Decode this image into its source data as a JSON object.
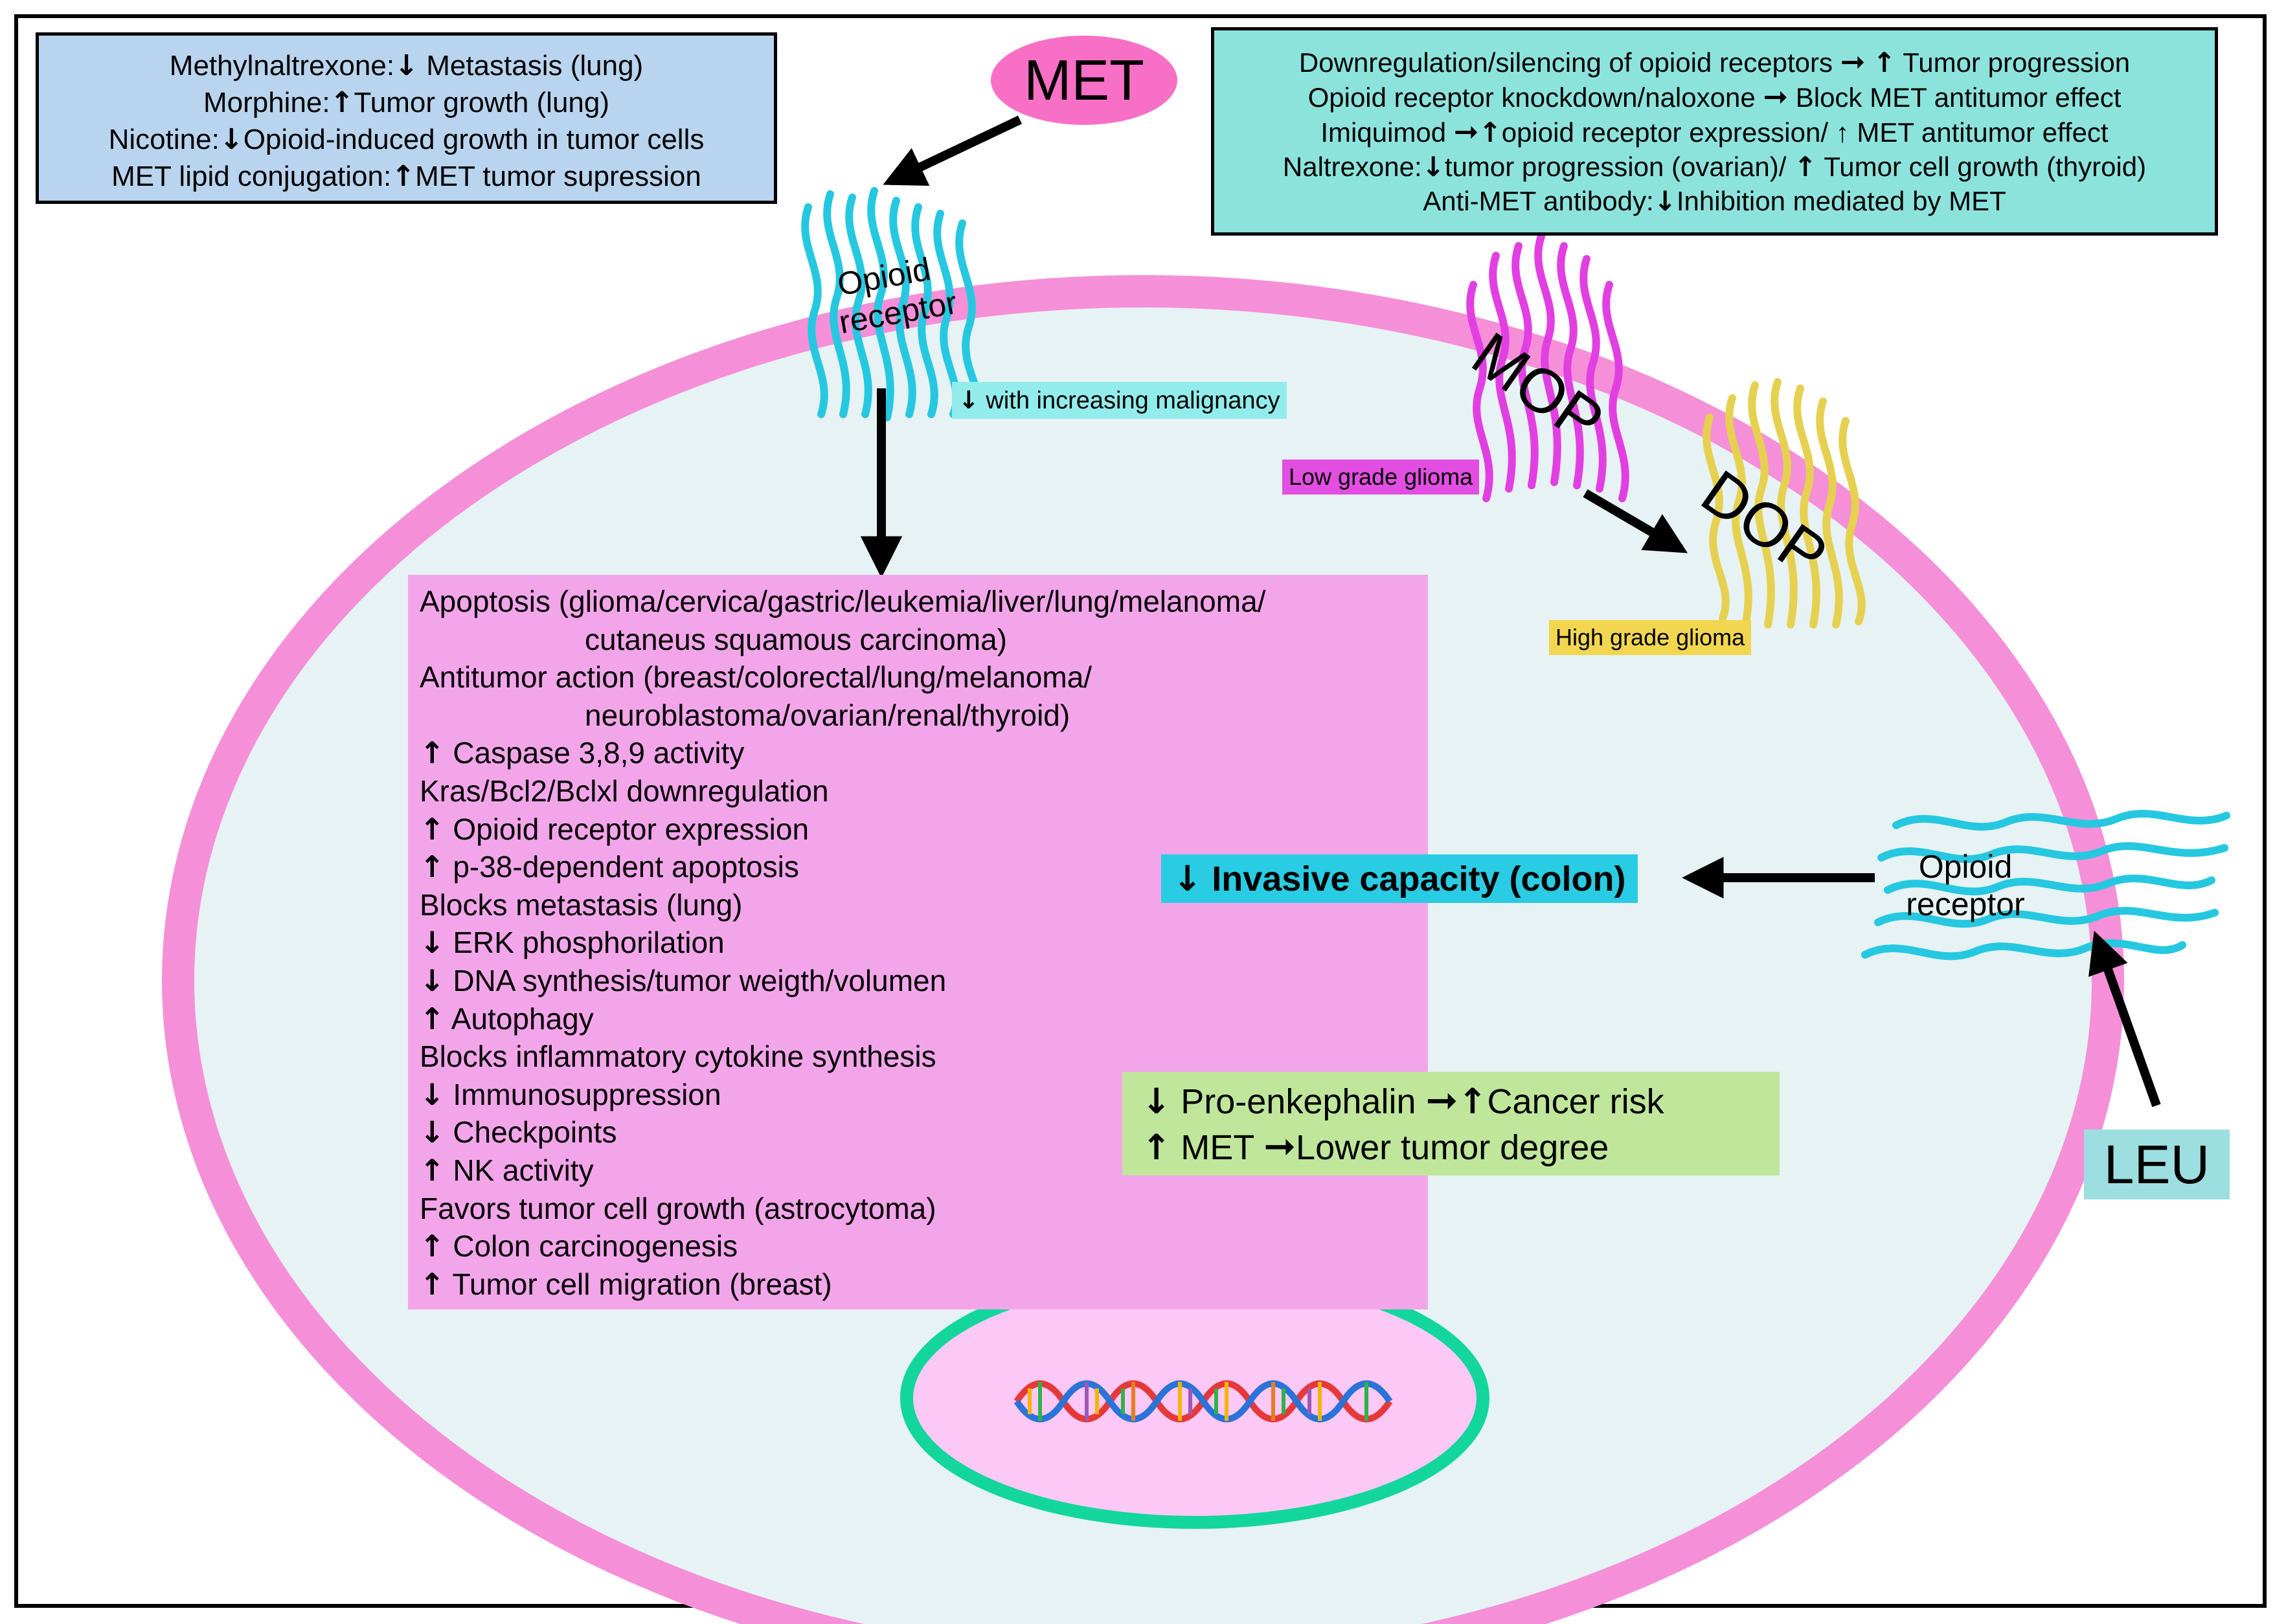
{
  "colors": {
    "cell_membrane": "#f58fd8",
    "cytoplasm": "#e6f2f3",
    "nucleus_ring": "#13d69c",
    "nucleus_fill": "#fcc8f5",
    "met_ellipse": "#f870c6",
    "receptor_cyan": "#25c8e0",
    "mop_magenta": "#e23fe2",
    "dop_yellow": "#e6d050"
  },
  "ligands": {
    "met": "MET",
    "leu": "LEU"
  },
  "receptors": {
    "top_receptor_l1": "Opioid",
    "top_receptor_l2": "receptor",
    "right_receptor_l1": "Opioid",
    "right_receptor_l2": "receptor",
    "mop": "MOP",
    "dop": "DOP"
  },
  "tags": {
    "malignancy": "with increasing malignancy",
    "low_grade": "Low grade glioma",
    "high_grade": "High grade glioma"
  },
  "blue_box": [
    {
      "pre": "Methylnaltrexone:",
      "arrow": "↓",
      "post": " Metastasis (lung)"
    },
    {
      "pre": "Morphine:",
      "arrow": "↑",
      "post": "Tumor growth (lung)"
    },
    {
      "pre": "Nicotine:",
      "arrow": "↓",
      "post": "Opioid-induced growth in tumor cells"
    },
    {
      "pre": "MET lipid conjugation:",
      "arrow": "↑",
      "post": "MET tumor supression"
    }
  ],
  "teal_box": [
    {
      "a": "Downregulation/silencing of opioid receptors ",
      "b": "➞",
      "c": " ",
      "d": "↑",
      "e": " Tumor progression"
    },
    {
      "a": "Opioid receptor knockdown/naloxone ",
      "b": "➞",
      "c": " Block MET antitumor effect",
      "d": "",
      "e": ""
    },
    {
      "a": "Imiquimod ",
      "b": "➞",
      "c": "",
      "d": "↑",
      "e": "opioid receptor expression/ ↑ MET antitumor effect"
    },
    {
      "a": "Naltrexone:",
      "b": "↓",
      "c": "tumor progression (ovarian)/ ",
      "d": "↑",
      "e": " Tumor cell growth (thyroid)"
    },
    {
      "a": "Anti-MET antibody:",
      "b": "↓",
      "c": "Inhibition mediated by MET",
      "d": "",
      "e": ""
    }
  ],
  "pink_panel": [
    {
      "arrow": "",
      "text": "Apoptosis (glioma/cervica/gastric/leukemia/liver/lung/melanoma/",
      "indent": false
    },
    {
      "arrow": "",
      "text": "cutaneus squamous carcinoma)",
      "indent": true
    },
    {
      "arrow": "",
      "text": "Antitumor action (breast/colorectal/lung/melanoma/",
      "indent": false
    },
    {
      "arrow": "",
      "text": "neuroblastoma/ovarian/renal/thyroid)",
      "indent": true
    },
    {
      "arrow": "↑",
      "text": " Caspase 3,8,9 activity",
      "indent": false
    },
    {
      "arrow": "",
      "text": "Kras/Bcl2/Bclxl downregulation",
      "indent": false
    },
    {
      "arrow": "↑",
      "text": " Opioid receptor expression",
      "indent": false
    },
    {
      "arrow": "↑",
      "text": " p-38-dependent apoptosis",
      "indent": false
    },
    {
      "arrow": "",
      "text": "Blocks metastasis (lung)",
      "indent": false
    },
    {
      "arrow": "↓",
      "text": " ERK phosphorilation",
      "indent": false
    },
    {
      "arrow": "↓",
      "text": " DNA synthesis/tumor weigth/volumen",
      "indent": false
    },
    {
      "arrow": "↑",
      "text": " Autophagy",
      "indent": false
    },
    {
      "arrow": "",
      "text": "Blocks inflammatory cytokine synthesis",
      "indent": false
    },
    {
      "arrow": "↓",
      "text": " Immunosuppression",
      "indent": false
    },
    {
      "arrow": "↓",
      "text": " Checkpoints",
      "indent": false
    },
    {
      "arrow": "↑",
      "text": " NK activity",
      "indent": false
    },
    {
      "arrow": "",
      "text": "Favors tumor cell growth (astrocytoma)",
      "indent": false
    },
    {
      "arrow": "↑",
      "text": " Colon carcinogenesis",
      "indent": false
    },
    {
      "arrow": "↑",
      "text": " Tumor cell migration (breast)",
      "indent": false
    }
  ],
  "invasive": {
    "arrow": "↓",
    "text": " Invasive capacity (colon)"
  },
  "green_box": [
    {
      "a1": "↓",
      "t1": " Pro-enkephalin ",
      "a2": "➞",
      "a3": "↑",
      "t2": "Cancer risk"
    },
    {
      "a1": "↑",
      "t1": " MET ",
      "a2": "➞",
      "a3": "",
      "t2": "Lower tumor degree"
    }
  ]
}
